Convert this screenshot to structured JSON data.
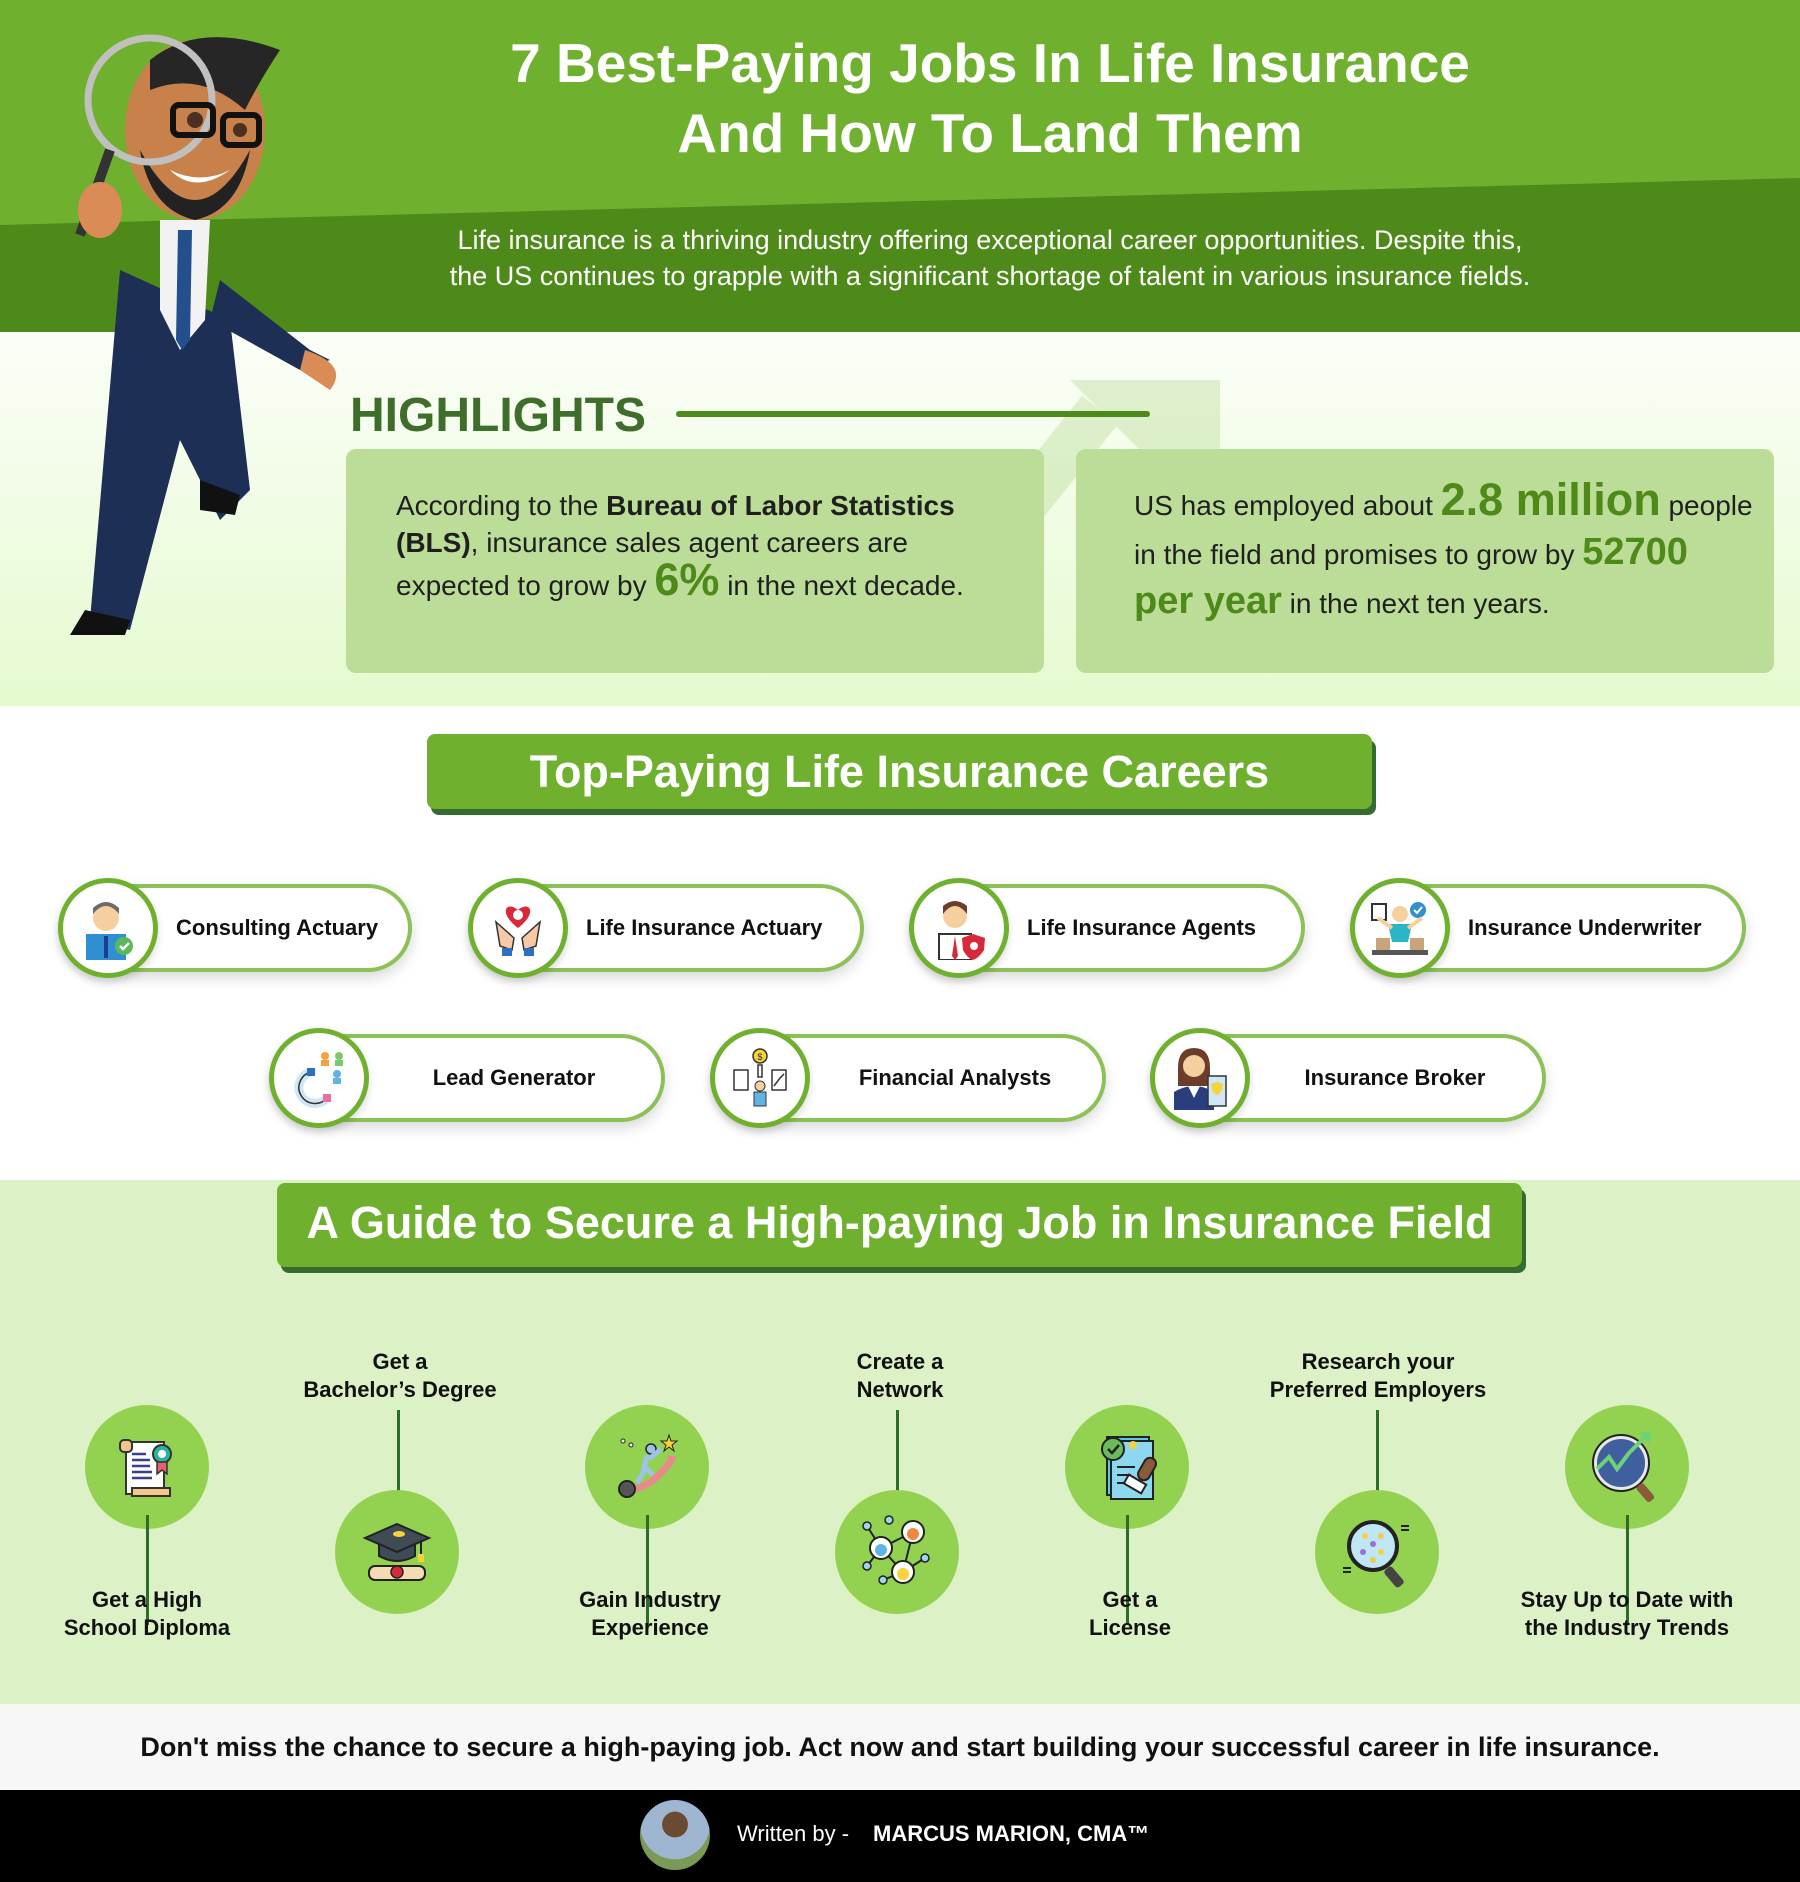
{
  "header": {
    "title_line1": "7 Best-Paying Jobs In Life Insurance",
    "title_line2": "And How To Land Them",
    "intro_line1": "Life insurance is a thriving industry offering exceptional career opportunities. Despite this,",
    "intro_line2": "the US continues to grapple with a significant shortage of talent in various insurance fields."
  },
  "highlights": {
    "title": "HIGHLIGHTS",
    "box1": {
      "t1": "According to the ",
      "bold": "Bureau of Labor Statistics (BLS)",
      "t2": ", insurance sales agent careers are expected to grow by ",
      "stat": "6%",
      "t3": " in the next decade."
    },
    "box2": {
      "t1": "US has employed about ",
      "stat1": "2.8 million",
      "t2": " people in the field and promises to grow by ",
      "stat2": "52700 per year",
      "t3": "  in the next ten years."
    }
  },
  "careers": {
    "title": "Top-Paying Life Insurance Careers",
    "items": [
      {
        "label": "Consulting Actuary",
        "icon": "actuary-person-icon"
      },
      {
        "label": "Life Insurance Actuary",
        "icon": "heart-hands-icon"
      },
      {
        "label": "Life Insurance Agents",
        "icon": "agent-shield-icon"
      },
      {
        "label": "Insurance Underwriter",
        "icon": "underwriter-icon"
      },
      {
        "label": "Lead Generator",
        "icon": "magnet-people-icon"
      },
      {
        "label": "Financial Analysts",
        "icon": "finance-chart-icon"
      },
      {
        "label": "Insurance Broker",
        "icon": "broker-woman-icon"
      }
    ]
  },
  "guide": {
    "title": "A Guide to Secure a High-paying Job in Insurance Field",
    "steps": [
      {
        "label1": "Get a High",
        "label2": "School Diploma",
        "icon": "diploma-icon"
      },
      {
        "label1": "Get a",
        "label2": "Bachelor’s Degree",
        "icon": "graduation-cap-icon"
      },
      {
        "label1": "Gain Industry",
        "label2": "Experience",
        "icon": "climb-growth-icon"
      },
      {
        "label1": "Create a",
        "label2": "Network",
        "icon": "network-icon"
      },
      {
        "label1": "Get a",
        "label2": "License",
        "icon": "license-stamp-icon"
      },
      {
        "label1": "Research your",
        "label2": "Preferred Employers",
        "icon": "magnifier-people-icon"
      },
      {
        "label1": "Stay Up to Date with",
        "label2": "the Industry Trends",
        "icon": "trend-magnifier-icon"
      }
    ]
  },
  "closing": "Don't miss the chance to secure a high-paying job. Act now and start building your successful career in life insurance.",
  "footer": {
    "written_by": "Written by -",
    "author": "MARCUS MARION, CMA™"
  },
  "colors": {
    "brand_green": "#6fb12e",
    "dark_green": "#4e8a19",
    "accent_text_green": "#3f6e2c",
    "highlight_box": "#bcdd98",
    "guide_bg": "#dcf1c6"
  }
}
